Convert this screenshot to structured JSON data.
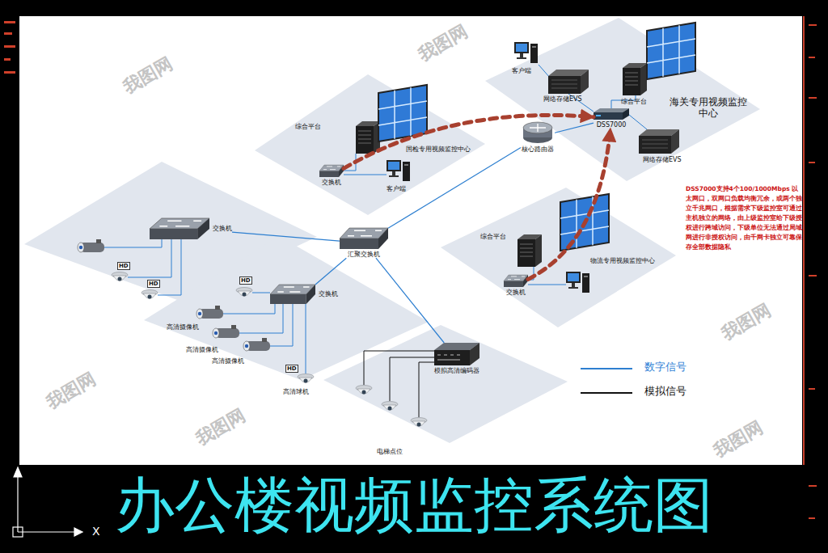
{
  "diagram": {
    "title": "办公楼视频监控系统图",
    "nodes": [
      {
        "text": [
          "海关专用视频监控 中心"
        ]
      },
      {
        "text": [
          "DSS7000"
        ],
        "in": 0
      },
      {
        "text": [
          "国检专用视频监控中心"
        ]
      },
      {
        "text": [
          "交换机"
        ],
        "in": 2
      },
      {
        "text": [
          "核心路由器"
        ]
      },
      {
        "text": [
          "物流专用视频监控中心"
        ]
      },
      {
        "text": [
          "交换机"
        ],
        "in": 5
      },
      {
        "text": [
          "交换机"
        ]
      },
      {
        "text": [
          "汇聚交换机"
        ]
      },
      {
        "text": [
          "交换机"
        ]
      },
      {
        "text": [
          "电梯点位"
        ]
      },
      {
        "text": [
          "模拟高清编码器"
        ],
        "in": 10
      }
    ],
    "edges": [
      {
        "from": 7,
        "to": 8,
        "arrow": "none"
      },
      {
        "from": 9,
        "to": 8,
        "arrow": "none"
      },
      {
        "from": 11,
        "to": 8,
        "arrow": "none"
      },
      {
        "from": 8,
        "to": 4,
        "arrow": "none"
      },
      {
        "from": 4,
        "to": 1,
        "arrow": "none"
      },
      {
        "from": 3,
        "to": 1,
        "arrow": "to"
      },
      {
        "from": 6,
        "to": 1,
        "arrow": "to"
      }
    ],
    "labels": [
      "客户端",
      "网络存储EVS",
      "综合平台",
      "网络存储EVS",
      "综合平台",
      "客户端",
      "综合平台",
      "HD",
      "HD",
      "HD",
      "高清摄像机",
      "高清摄像机",
      "高清摄像机",
      "HD",
      "高清球机",
      "DSS7000支持4个100/1000Mbps 以太网口，双网口负载均衡冗余，或两个独立千兆网口，根据需求下级监控室可通过主机独立的网络，由上级监控室给下级授权进行跨域访问，下级单位无法通过局域网进行非授权访问，由千网卡独立可靠保存全部数据隐私",
      "我图网",
      "我图网",
      "我图网",
      "我图网",
      "我图网",
      "我图网",
      "X"
    ],
    "legend": [
      {
        "text": "数字信号"
      },
      {
        "text": "模拟信号"
      }
    ]
  }
}
